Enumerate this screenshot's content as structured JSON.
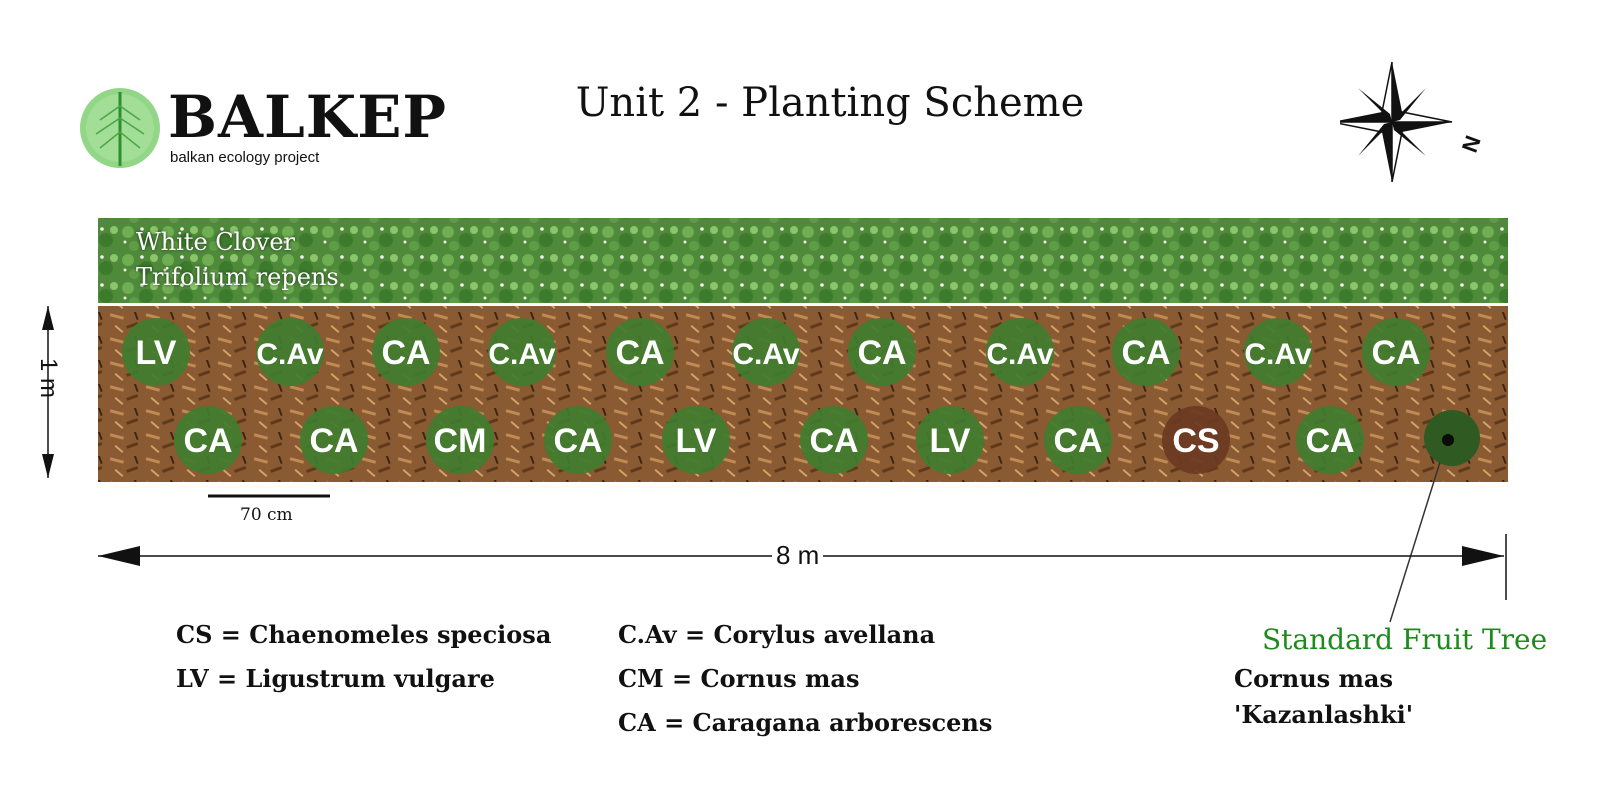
{
  "brand": {
    "name": "BALKEP",
    "tagline": "balkan ecology project"
  },
  "title": "Unit 2 - Planting  Scheme",
  "groundcover": {
    "common_name": "White Clover",
    "latin_name": "Trifolium repens"
  },
  "dimensions": {
    "length": "8 m",
    "width": "1 m",
    "spacing": "70 cm"
  },
  "plants_top_row": [
    "LV",
    "C.Av",
    "CA",
    "C.Av",
    "CA",
    "C.Av",
    "CA",
    "C.Av",
    "CA",
    "C.Av",
    "CA"
  ],
  "plants_bottom_row": [
    "CA",
    "CA",
    "CM",
    "CA",
    "LV",
    "CA",
    "LV",
    "CA",
    "CS",
    "CA"
  ],
  "legend": {
    "col1": [
      "CS = Chaenomeles speciosa",
      "LV = Ligustrum vulgare"
    ],
    "col2": [
      "C.Av = Corylus avellana",
      "CM = Cornus mas",
      "CA = Caragana arborescens"
    ]
  },
  "fruit_tree": {
    "title": "Standard Fruit Tree",
    "line1": "Cornus mas",
    "line2": "'Kazanlashki'"
  },
  "compass": {
    "label": "N"
  },
  "colors": {
    "clover_green": "#4f8a3a",
    "mulch_brown": "#8a5a32",
    "plant_green": "#3f7d2f",
    "cs_brown": "#6b3a22",
    "fruit_title_green": "#1e8a1e"
  },
  "icons": [
    "leaf-logo-icon",
    "compass-rose-icon"
  ]
}
